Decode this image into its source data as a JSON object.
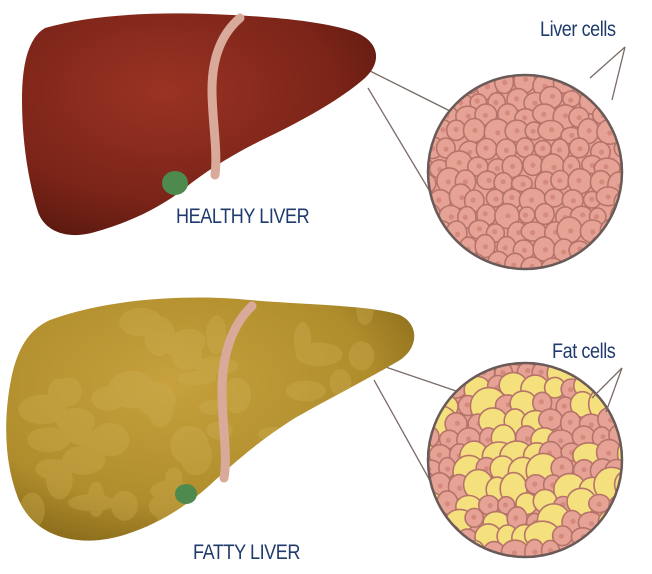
{
  "healthy": {
    "caption": "HEALTHY LIVER",
    "callout": "Liver cells",
    "colors": {
      "organ": "#7b2418",
      "organ_shadow": "#5e1a10",
      "cell_fill": "#e6a395",
      "cell_border": "#b6736a"
    }
  },
  "fatty": {
    "caption": "FATTY LIVER",
    "callout": "Fat cells",
    "colors": {
      "organ": "#b08d2c",
      "organ_shadow": "#8c6f1c",
      "cell_fill": "#e6a395",
      "fat_fill": "#f4e07d"
    }
  },
  "colors": {
    "ligament": "#d9a99a",
    "gallbladder": "#4e8a4e",
    "text": "#1f3a6d"
  }
}
